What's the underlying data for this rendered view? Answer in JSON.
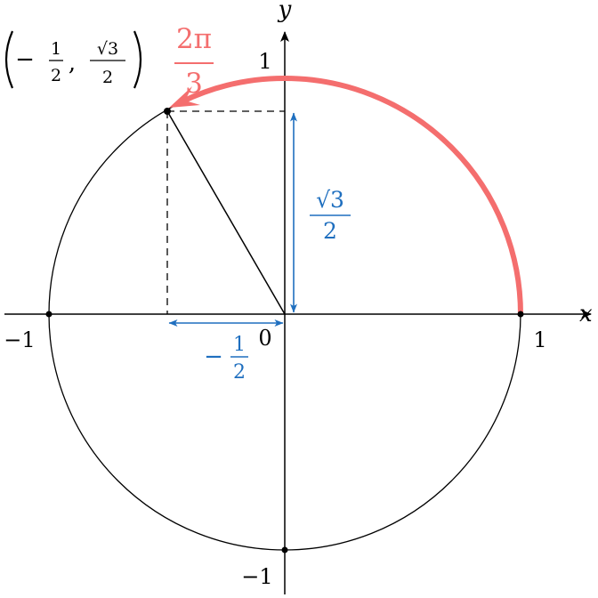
{
  "axes": {
    "x_label": "x",
    "y_label": "y",
    "origin_label": "0",
    "x_ticks": [
      "−1",
      "1"
    ],
    "y_ticks": [
      "1",
      "−1"
    ]
  },
  "angle": {
    "numerator": "2π",
    "denominator": "3"
  },
  "point": {
    "x_sign": "−",
    "x_numerator": "1",
    "x_denominator": "2",
    "separator": ",",
    "y_numerator": "√3",
    "y_denominator": "2"
  },
  "vertical_measure": {
    "numerator": "√3",
    "denominator": "2"
  },
  "horizontal_measure": {
    "sign": "−",
    "numerator": "1",
    "denominator": "2"
  },
  "colors": {
    "arc": "#f46e6e",
    "measure": "#1f6fbf",
    "line": "#000000"
  }
}
